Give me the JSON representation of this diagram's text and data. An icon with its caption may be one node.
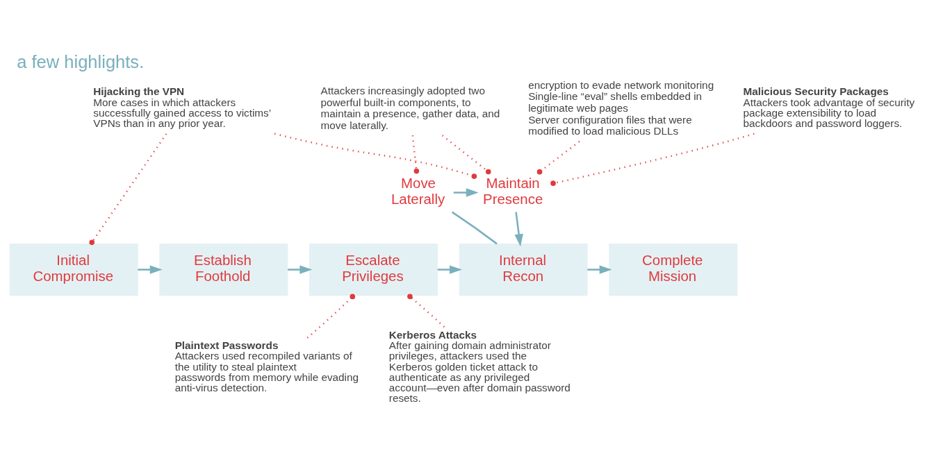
{
  "diagram": {
    "title": "a few highlights.",
    "nodes": [
      {
        "text": [
          "Initial Compromise"
        ]
      },
      {
        "text": [
          "Establish Foothold"
        ]
      },
      {
        "text": [
          "Escalate Privileges"
        ]
      },
      {
        "text": [
          "Internal Recon"
        ]
      },
      {
        "text": [
          "Complete Mission"
        ]
      },
      {
        "text": [
          "Maintain Presence"
        ]
      },
      {
        "text": [
          "Move Laterally"
        ]
      },
      {
        "text": [
          "Hijacking the VPN",
          "More cases in which attackers successfully gained access to victims’ VPNs than in any prior year."
        ]
      },
      {
        "text": [
          "encryption to evade network monitoring",
          "Single-line “eval” shells embedded in legitimate web pages",
          "Server configuration files that were modified to load malicious DLLs"
        ]
      },
      {
        "text": [
          "Attackers increasingly adopted two powerful built-in components, to maintain a presence, gather data, and move laterally."
        ]
      },
      {
        "text": [
          "Malicious Security Packages",
          "Attackers took advantage of security package extensibility to load backdoors and password loggers."
        ]
      },
      {
        "text": [
          "Plaintext Passwords",
          "Attackers used recompiled variants of the utility to steal plaintext passwords from memory while evading anti-virus detection."
        ]
      },
      {
        "text": [
          "Kerberos Attacks",
          "After gaining domain administrator privileges, attackers used the Kerberos golden ticket attack to authenticate as any privileged account—even after domain password resets."
        ]
      }
    ],
    "edges": [
      {
        "from": 0,
        "to": 1,
        "arrow": "to",
        "color": "#7ab0bc"
      },
      {
        "from": 1,
        "to": 2,
        "arrow": "to",
        "color": "#7ab0bc"
      },
      {
        "from": 2,
        "to": 3,
        "arrow": "to",
        "color": "#7ab0bc"
      },
      {
        "from": 3,
        "to": 4,
        "arrow": "to",
        "color": "#7ab0bc"
      },
      {
        "from": 3,
        "to": 6,
        "arrow": "none",
        "color": "#7ab0bc"
      },
      {
        "from": 6,
        "to": 5,
        "arrow": "to",
        "color": "#7ab0bc"
      },
      {
        "from": 5,
        "to": 3,
        "arrow": "to",
        "color": "#7ab0bc"
      },
      {
        "from": 7,
        "to": 0,
        "arrow": "other",
        "style": "dashed"
      },
      {
        "from": 7,
        "to": 5,
        "arrow": "other",
        "style": "dashed"
      },
      {
        "from": 8,
        "to": 5,
        "arrow": "other",
        "style": "dashed"
      },
      {
        "from": 9,
        "to": 5,
        "arrow": "other",
        "style": "dashed"
      },
      {
        "from": 9,
        "to": 6,
        "arrow": "other",
        "style": "dashed"
      },
      {
        "from": 10,
        "to": 5,
        "arrow": "other",
        "style": "dashed"
      },
      {
        "from": 11,
        "to": 2,
        "arrow": "other",
        "style": "dashed"
      },
      {
        "from": 12,
        "to": 2,
        "arrow": "other",
        "style": "dashed"
      }
    ]
  }
}
